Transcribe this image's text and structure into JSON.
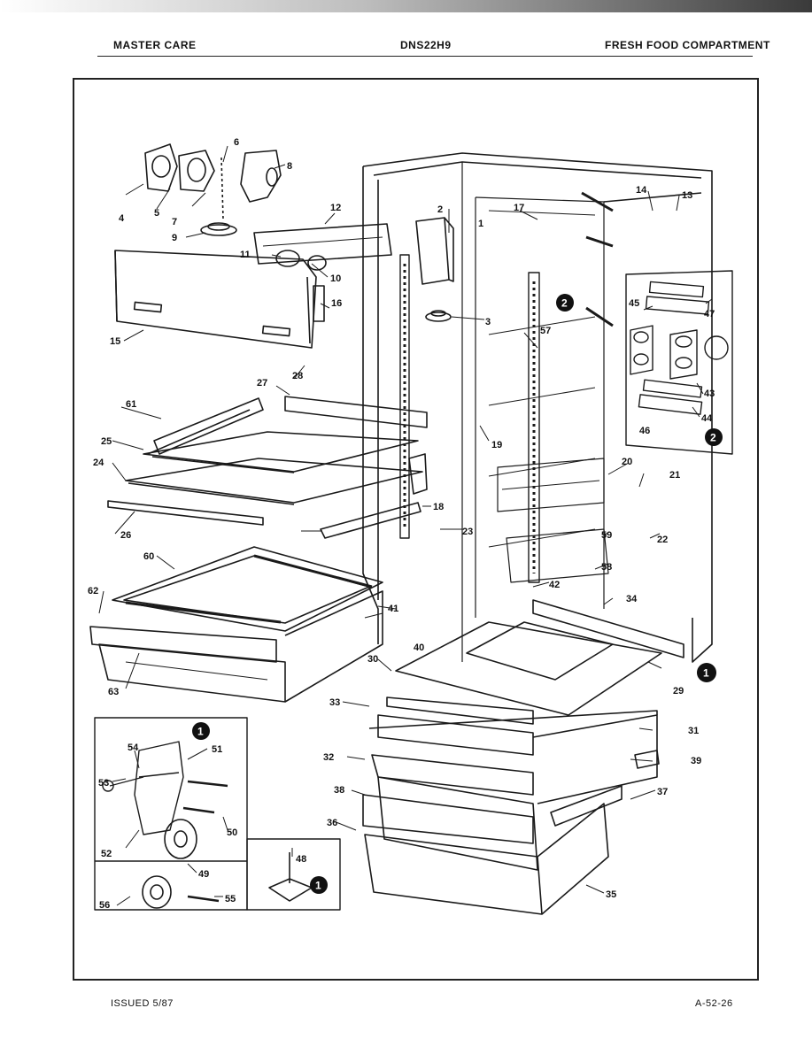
{
  "header": {
    "left": "MASTER CARE",
    "center": "DNS22H9",
    "right": "FRESH FOOD COMPARTMENT"
  },
  "footer": {
    "issued": "ISSUED 5/87",
    "page_code": "A-52-26"
  },
  "callouts": [
    "1",
    "2",
    "3",
    "4",
    "5",
    "6",
    "7",
    "8",
    "9",
    "10",
    "11",
    "12",
    "13",
    "14",
    "15",
    "16",
    "17",
    "18",
    "19",
    "20",
    "21",
    "22",
    "23",
    "24",
    "25",
    "26",
    "27",
    "28",
    "29",
    "30",
    "31",
    "32",
    "33",
    "34",
    "35",
    "36",
    "37",
    "38",
    "39",
    "40",
    "41",
    "42",
    "43",
    "44",
    "45",
    "46",
    "47",
    "48",
    "49",
    "50",
    "51",
    "52",
    "53",
    "54",
    "55",
    "56",
    "57",
    "58",
    "59",
    "60",
    "61",
    "62",
    "63"
  ],
  "detail_markers": {
    "one": "1",
    "two": "2"
  },
  "icons": [
    "refrigerator-cabinet-drawing",
    "shelf-drawing",
    "crisper-drawer-drawing",
    "roller-wheel-drawing",
    "leveling-leg-drawing",
    "light-bulb-drawing"
  ]
}
